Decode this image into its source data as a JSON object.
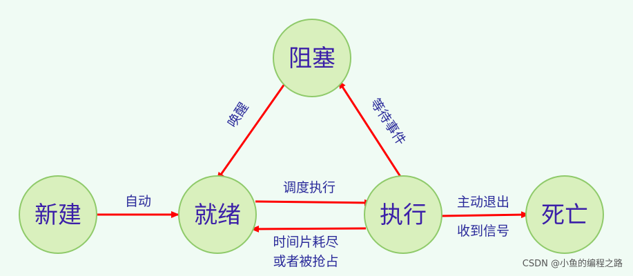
{
  "colors": {
    "background": "#f0fbf4",
    "node_fill": "#d9f0bd",
    "node_stroke": "#8fca6a",
    "node_text": "#3b1fa8",
    "arrow": "#ff0000",
    "edge_text": "#2a2a9a"
  },
  "nodes": {
    "blocked": "阻塞",
    "new": "新建",
    "ready": "就绪",
    "running": "执行",
    "dead": "死亡"
  },
  "edges": {
    "new_to_ready": "自动",
    "ready_to_running": "调度执行",
    "running_to_ready_line1": "时间片耗尽",
    "running_to_ready_line2": "或者被抢占",
    "running_to_blocked": "等待事件",
    "blocked_to_ready": "唤醒",
    "running_to_dead_line1": "主动退出",
    "running_to_dead_line2": "收到信号"
  },
  "watermark": "CSDN @小鱼的编程之路"
}
